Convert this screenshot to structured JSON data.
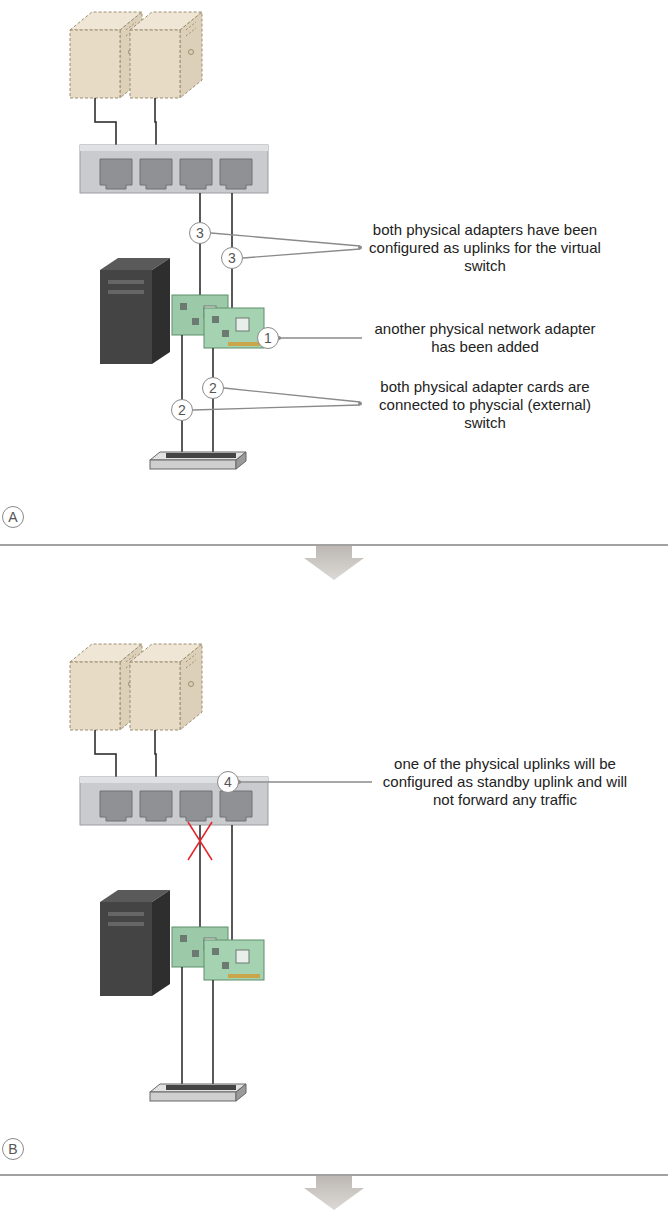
{
  "diagram": {
    "nodes": [
      {
        "text": [
          "3"
        ]
      },
      {
        "text": [
          "3"
        ]
      },
      {
        "text": [
          "1"
        ]
      },
      {
        "text": [
          "2"
        ]
      },
      {
        "text": [
          "2"
        ]
      },
      {
        "text": [
          "A"
        ]
      },
      {
        "text": [
          "4"
        ]
      },
      {
        "text": [
          "B"
        ]
      }
    ],
    "labels": [
      "both physical adapters have been configured as uplinks for the virtual switch",
      "another physical network adapter has been added",
      "both physical adapter cards are connected to physcial (external) switch",
      "one of the physical uplinks will be configured as standby uplink and will not forward any traffic"
    ]
  }
}
